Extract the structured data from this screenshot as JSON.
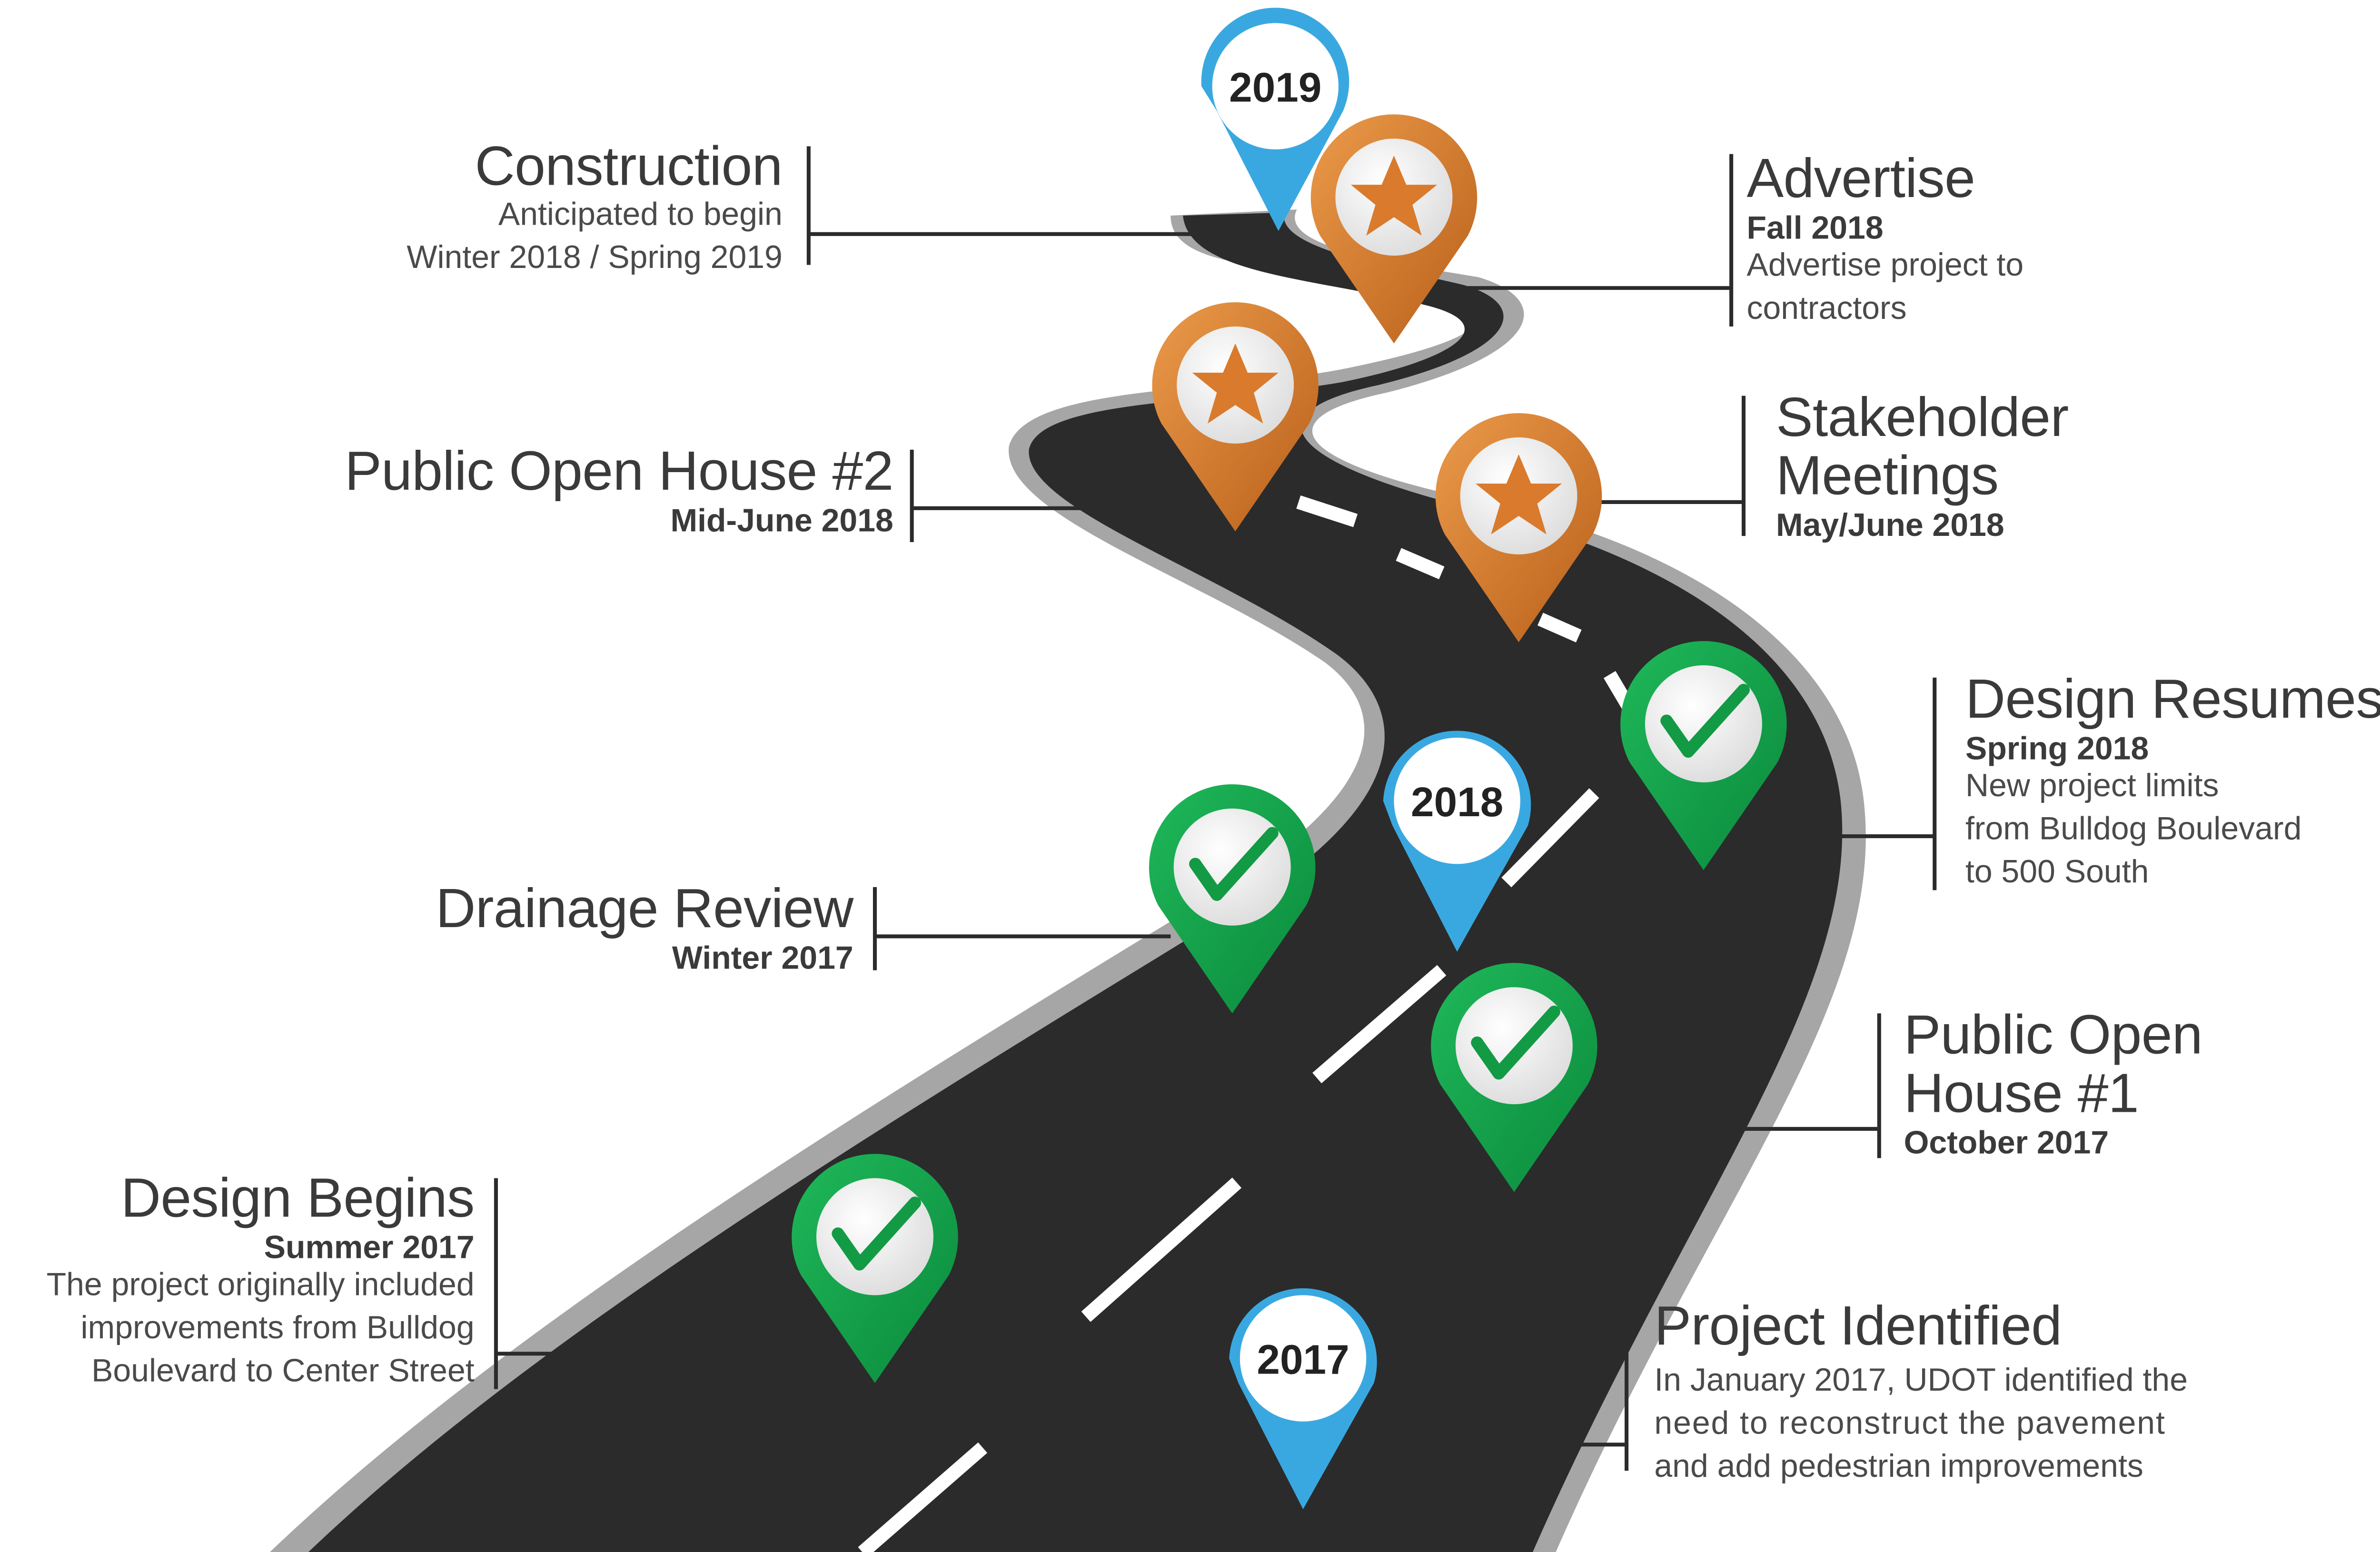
{
  "milestones": {
    "construction": {
      "title": "Construction",
      "lines": [
        "Anticipated to begin",
        "Winter 2018 / Spring 2019"
      ]
    },
    "advertise": {
      "title": "Advertise",
      "date": "Fall 2018",
      "lines": [
        "Advertise project to",
        "contractors"
      ]
    },
    "open_house_2": {
      "title": "Public Open House #2",
      "date": "Mid-June 2018"
    },
    "stakeholder": {
      "title_lines": [
        "Stakeholder",
        "Meetings"
      ],
      "date": "May/June 2018"
    },
    "design_resumes": {
      "title": "Design Resumes",
      "date": "Spring 2018",
      "lines": [
        "New project limits",
        "from Bulldog Boulevard",
        "to 500 South"
      ]
    },
    "drainage": {
      "title": "Drainage Review",
      "date": "Winter 2017"
    },
    "open_house_1": {
      "title_lines": [
        "Public Open",
        "House #1"
      ],
      "date": "October 2017"
    },
    "design_begins": {
      "title": "Design Begins",
      "date": "Summer 2017",
      "lines": [
        "The project originally included",
        "improvements from Bulldog",
        "Boulevard to Center Street"
      ]
    },
    "project_identified": {
      "title": "Project Identified",
      "lines": [
        "In January 2017, UDOT identified the",
        "need to reconstruct the pavement",
        "and add pedestrian improvements"
      ]
    }
  },
  "years": {
    "y2019": "2019",
    "y2018": "2018",
    "y2017": "2017"
  },
  "colors": {
    "road": "#2b2b2b",
    "edge": "#9a9a9a",
    "green_pin": "#14a14a",
    "orange_pin": "#d9782a",
    "blue_pin": "#3aa8e0",
    "check": "#139a44",
    "star": "#d97a2c"
  },
  "icons": {
    "completed": "check-icon",
    "upcoming": "star-icon",
    "year": "map-pin-icon"
  }
}
